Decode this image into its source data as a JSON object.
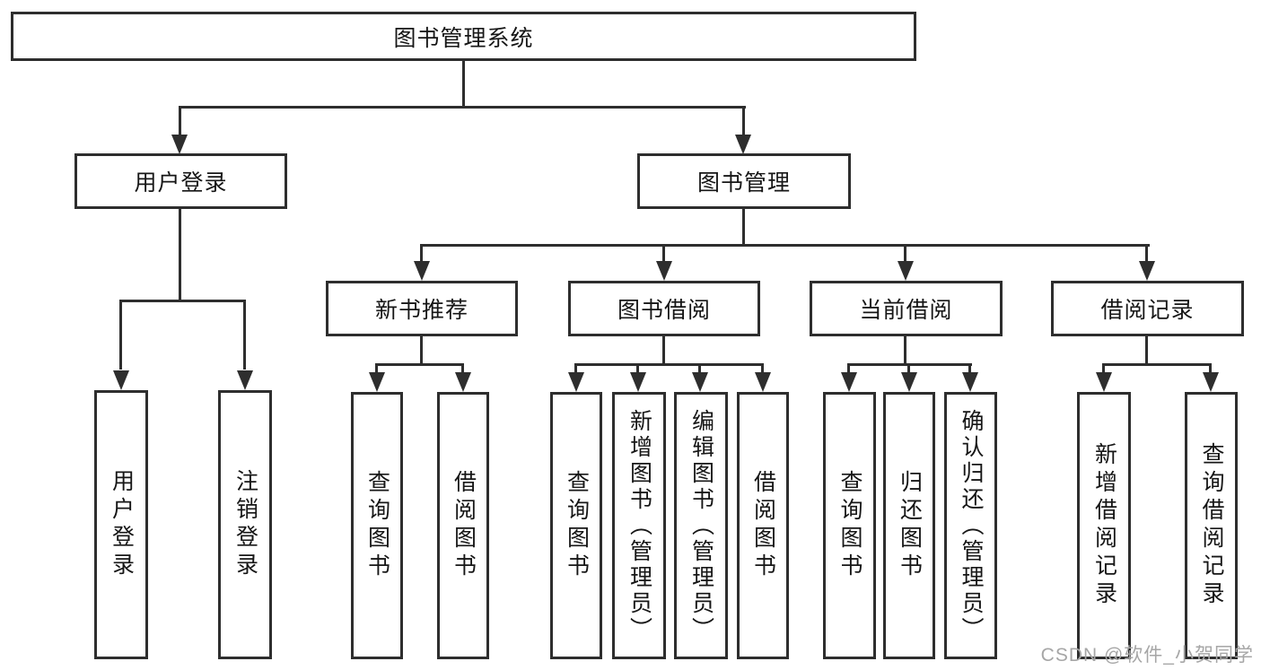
{
  "diagram": {
    "root": {
      "label": "图书管理系统"
    },
    "branches": {
      "user_login": {
        "label": "用户登录",
        "children": [
          {
            "label": "用户登录"
          },
          {
            "label": "注销登录"
          }
        ]
      },
      "book_management": {
        "label": "图书管理",
        "groups": [
          {
            "label": "新书推荐",
            "children": [
              {
                "label": "查询图书"
              },
              {
                "label": "借阅图书"
              }
            ]
          },
          {
            "label": "图书借阅",
            "children": [
              {
                "label": "查询图书"
              },
              {
                "label": "新增图书（管理员）"
              },
              {
                "label": "编辑图书（管理员）"
              },
              {
                "label": "借阅图书"
              }
            ]
          },
          {
            "label": "当前借阅",
            "children": [
              {
                "label": "查询图书"
              },
              {
                "label": "归还图书"
              },
              {
                "label": "确认归还（管理员）"
              }
            ]
          },
          {
            "label": "借阅记录",
            "children": [
              {
                "label": "新增借阅记录"
              },
              {
                "label": "查询借阅记录"
              }
            ]
          }
        ]
      }
    }
  },
  "watermark": {
    "text": "CSDN @软件_小贺同学"
  },
  "colors": {
    "line": "#2e2e2e",
    "text": "#161616",
    "background": "#ffffff",
    "watermark": "#a6a6a6"
  }
}
